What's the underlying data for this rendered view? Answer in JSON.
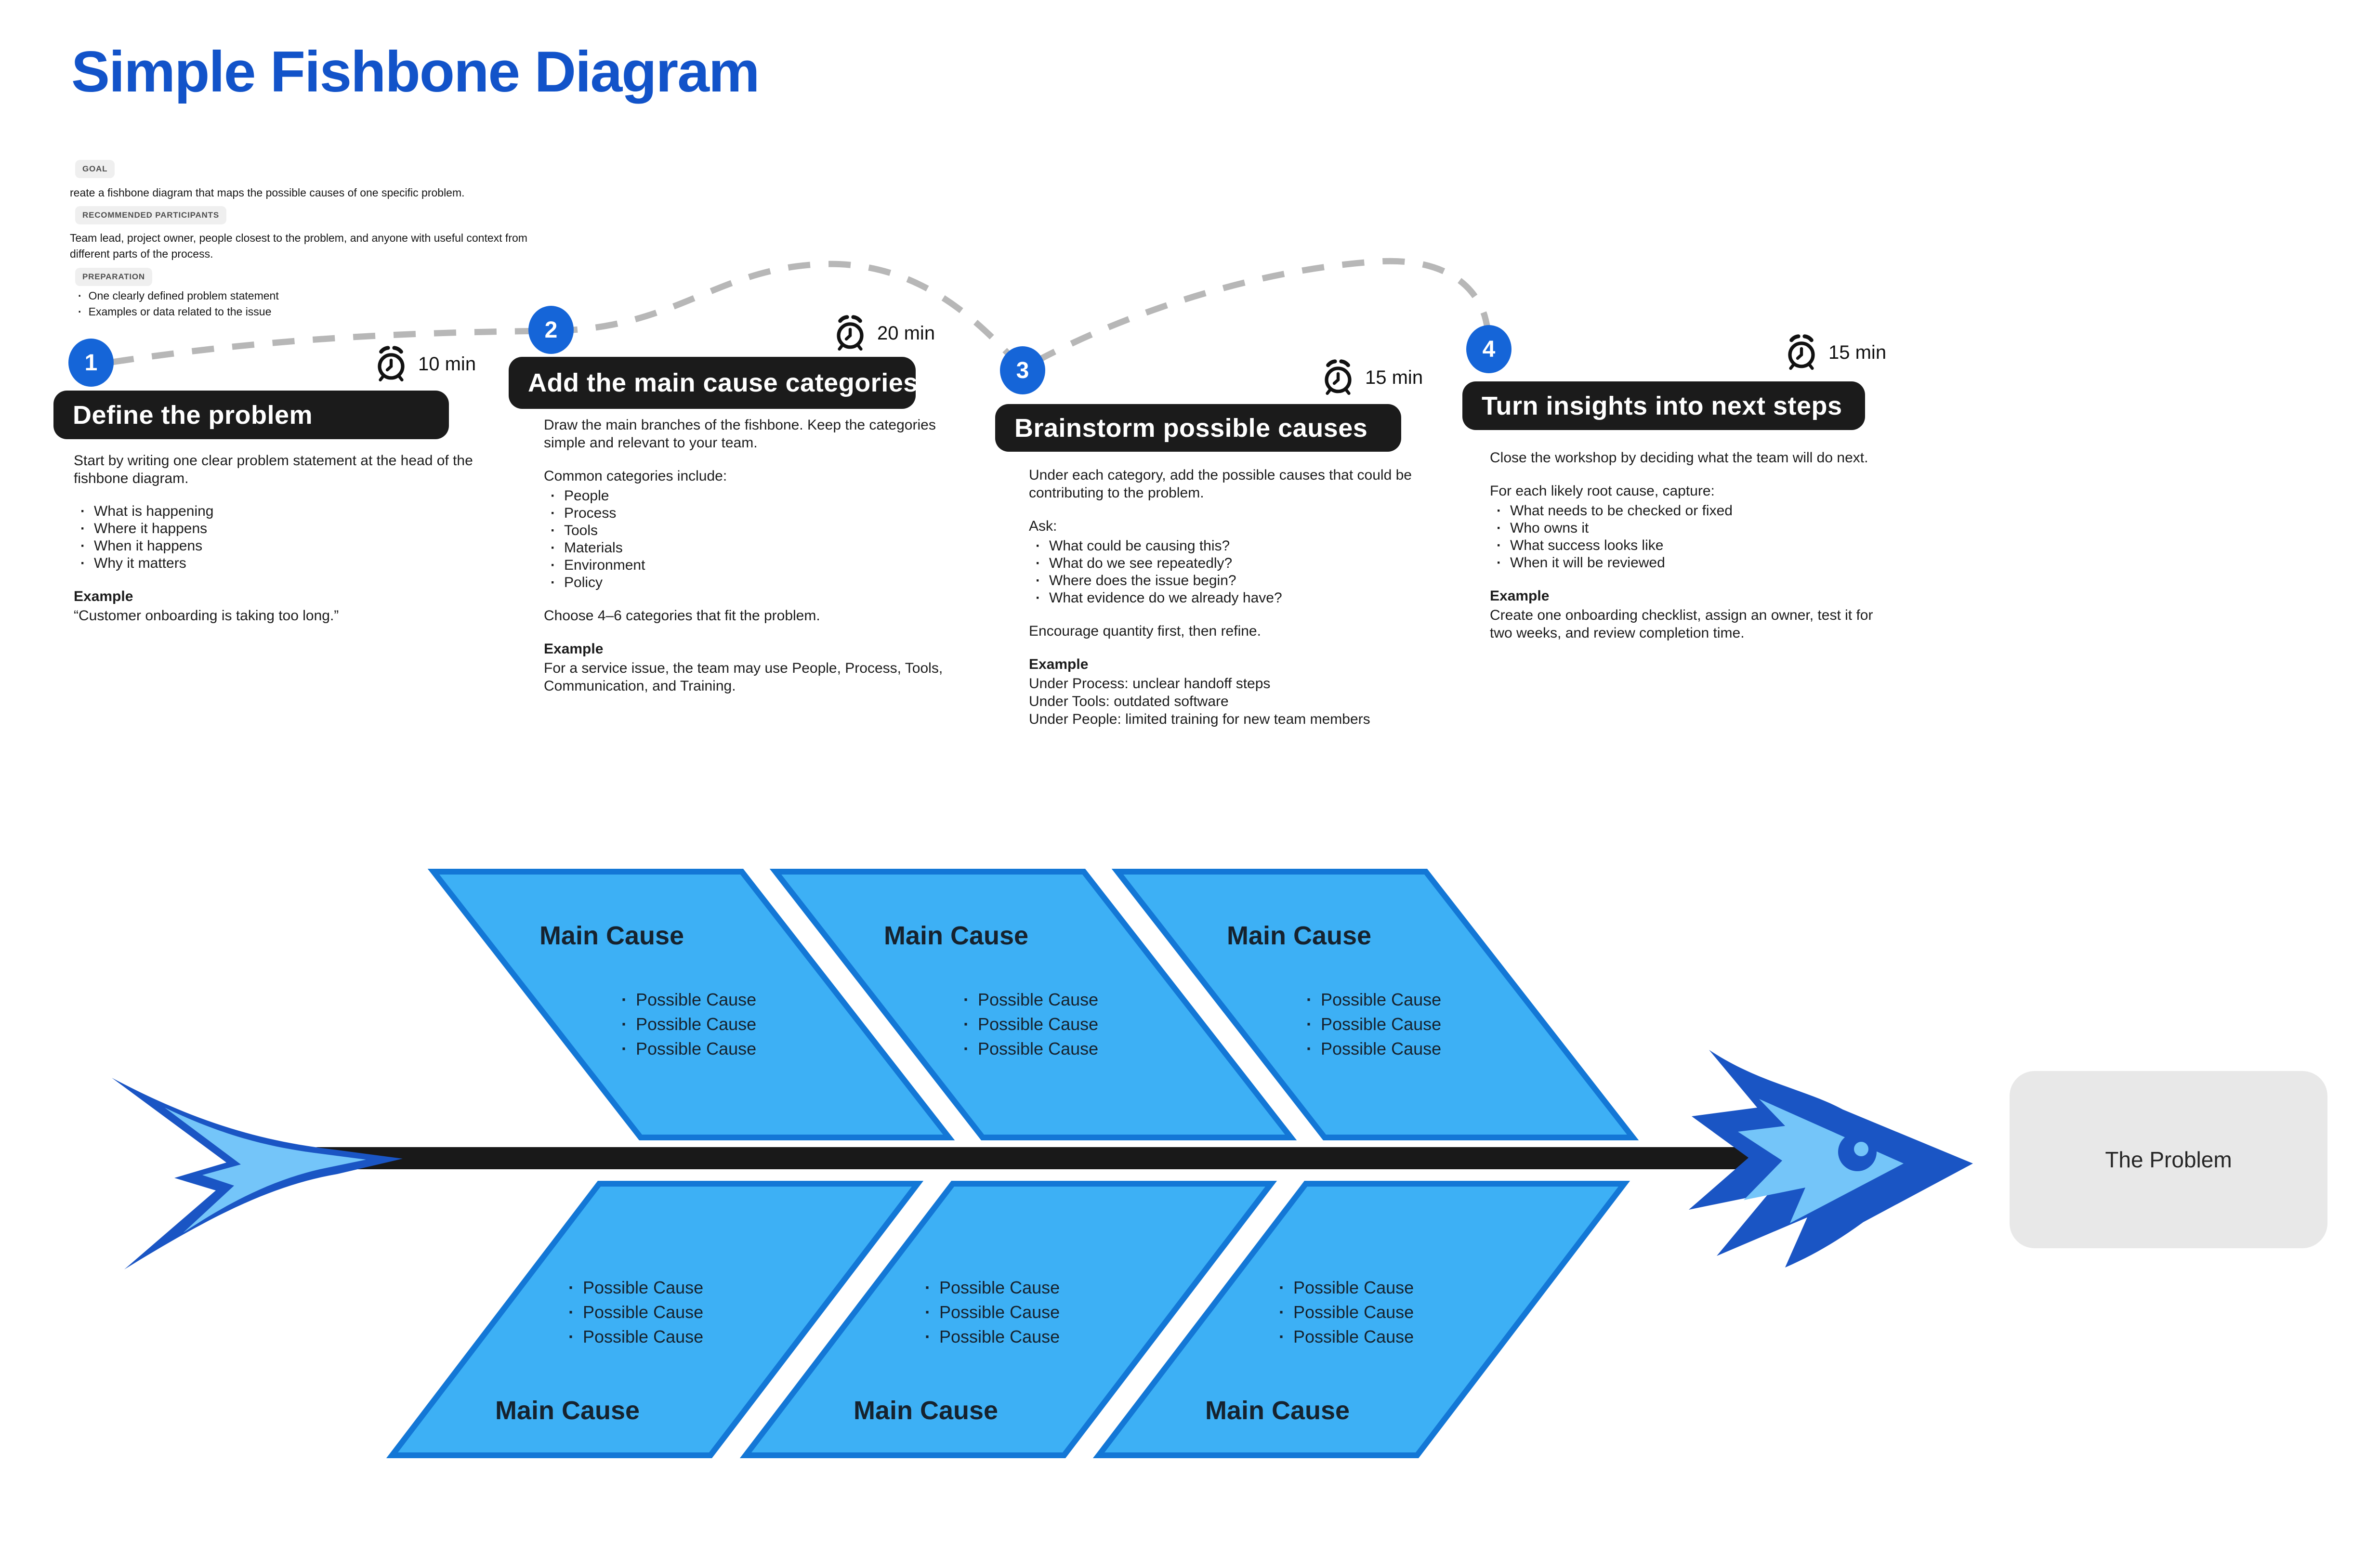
{
  "title": "Simple Fishbone Diagram",
  "intro": {
    "goal_label": "GOAL",
    "goal_text": "reate a fishbone diagram that maps the possible causes of one specific problem.",
    "participants_label": "RECOMMENDED PARTICIPANTS",
    "participants_text": "Team lead, project owner, people closest to the problem, and anyone with useful context from different parts of the process.",
    "preparation_label": "PREPARATION",
    "preparation_items": [
      "One clearly defined problem statement",
      "Examples or data related to the issue"
    ]
  },
  "steps": [
    {
      "number": "1",
      "duration": "10 min",
      "title": "Define the problem",
      "intro": "Start by writing one clear problem statement at the head of the fishbone diagram.",
      "bullets": [
        "What is happening",
        "Where it happens",
        "When it happens",
        "Why it matters"
      ],
      "example_label": "Example",
      "example_lines": [
        "“Customer onboarding is taking too long.”"
      ]
    },
    {
      "number": "2",
      "duration": "20 min",
      "title": "Add the main cause categories",
      "intro": "Draw the main branches of the fishbone. Keep the categories simple and relevant to your team.",
      "lead_in": "Common categories include:",
      "bullets": [
        "People",
        "Process",
        "Tools",
        "Materials",
        "Environment",
        "Policy"
      ],
      "outro": "Choose 4–6 categories that fit the problem.",
      "example_label": "Example",
      "example_lines": [
        "For a service issue, the team may use People, Process, Tools, Communication, and Training."
      ]
    },
    {
      "number": "3",
      "duration": "15 min",
      "title": "Brainstorm possible causes",
      "intro": "Under each category, add the possible causes that could be contributing to the problem.",
      "lead_in": "Ask:",
      "bullets": [
        "What could be causing this?",
        "What do we see repeatedly?",
        "Where does the issue begin?",
        "What evidence do we already have?"
      ],
      "outro": "Encourage quantity first, then refine.",
      "example_label": "Example",
      "example_lines": [
        "Under Process: unclear handoff steps",
        "Under Tools: outdated software",
        "Under People: limited training for new team members"
      ]
    },
    {
      "number": "4",
      "duration": "15 min",
      "title": "Turn insights into next steps",
      "intro": "Close the workshop by deciding what the team will do next.",
      "lead_in": "For each likely root cause, capture:",
      "bullets": [
        "What needs to be checked or fixed",
        "Who owns it",
        "What success looks like",
        "When it will be reviewed"
      ],
      "example_label": "Example",
      "example_lines": [
        "Create one onboarding checklist, assign an owner, test it for two weeks, and review completion time."
      ]
    }
  ],
  "fishbone": {
    "problem_label": "The Problem",
    "ribs": [
      {
        "title": "Main Cause",
        "causes": [
          "Possible Cause",
          "Possible Cause",
          "Possible Cause"
        ]
      },
      {
        "title": "Main Cause",
        "causes": [
          "Possible Cause",
          "Possible Cause",
          "Possible Cause"
        ]
      },
      {
        "title": "Main Cause",
        "causes": [
          "Possible Cause",
          "Possible Cause",
          "Possible Cause"
        ]
      },
      {
        "title": "Main Cause",
        "causes": [
          "Possible Cause",
          "Possible Cause",
          "Possible Cause"
        ]
      },
      {
        "title": "Main Cause",
        "causes": [
          "Possible Cause",
          "Possible Cause",
          "Possible Cause"
        ]
      },
      {
        "title": "Main Cause",
        "causes": [
          "Possible Cause",
          "Possible Cause",
          "Possible Cause"
        ]
      }
    ]
  },
  "icons": {
    "timer": "alarm-clock-icon",
    "fish_head": "fish-head-icon",
    "fish_tail": "fish-tail-icon"
  },
  "colors": {
    "title_blue": "#1253c9",
    "step_circle_blue": "#1565d8",
    "pill_black": "#1b1b1b",
    "rib_fill": "#3db0f5",
    "rib_stroke": "#1377d6",
    "spine_black": "#191919",
    "dash_gray": "#b7b7b7",
    "problem_box_gray": "#e8e8e8",
    "fish_dark_blue": "#1a55c4",
    "fish_light_blue": "#74c5f9"
  }
}
